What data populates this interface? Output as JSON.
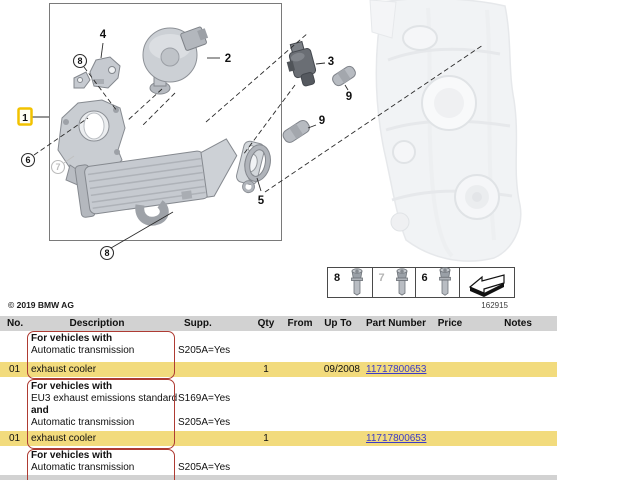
{
  "copyright": "© 2019 BMW AG",
  "diagram": {
    "image_number": "162915",
    "callouts": {
      "c1": "1",
      "c2": "2",
      "c3": "3",
      "c4": "4",
      "c5": "5",
      "c6": "6",
      "c7": "7",
      "c8a": "8",
      "c8b": "8",
      "c9a": "9",
      "c9b": "9"
    },
    "legend": {
      "b8": "8",
      "b7": "7",
      "b6": "6"
    }
  },
  "table": {
    "headers": {
      "no": "No.",
      "description": "Description",
      "supp": "Supp.",
      "qty": "Qty",
      "from": "From",
      "up_to": "Up To",
      "part_number": "Part Number",
      "price": "Price",
      "notes": "Notes"
    },
    "group_a": {
      "line1": "For vehicles with",
      "line2": "Automatic transmission",
      "supp2": "S205A=Yes"
    },
    "row1": {
      "no": "01",
      "description": "exhaust cooler",
      "qty": "1",
      "up_to": "09/2008",
      "part_number": "11717800653"
    },
    "group_b": {
      "line1": "For vehicles with",
      "line2": "EU3 exhaust emissions standard",
      "supp2": "S169A=Yes",
      "line3": "and",
      "line4": "Automatic transmission",
      "supp4": "S205A=Yes"
    },
    "row2": {
      "no": "01",
      "description": "exhaust cooler",
      "qty": "1",
      "part_number": "11717800653"
    },
    "group_c": {
      "line1": "For vehicles with",
      "line2": "Automatic transmission",
      "supp2": "S205A=Yes"
    }
  },
  "colors": {
    "highlight_yellow": "#F2DB7D",
    "red_outline": "#AE3B33",
    "link_blue": "#3B3BC8",
    "header_gray": "#D2D2D2",
    "callout_yellow": "#F2C200"
  }
}
